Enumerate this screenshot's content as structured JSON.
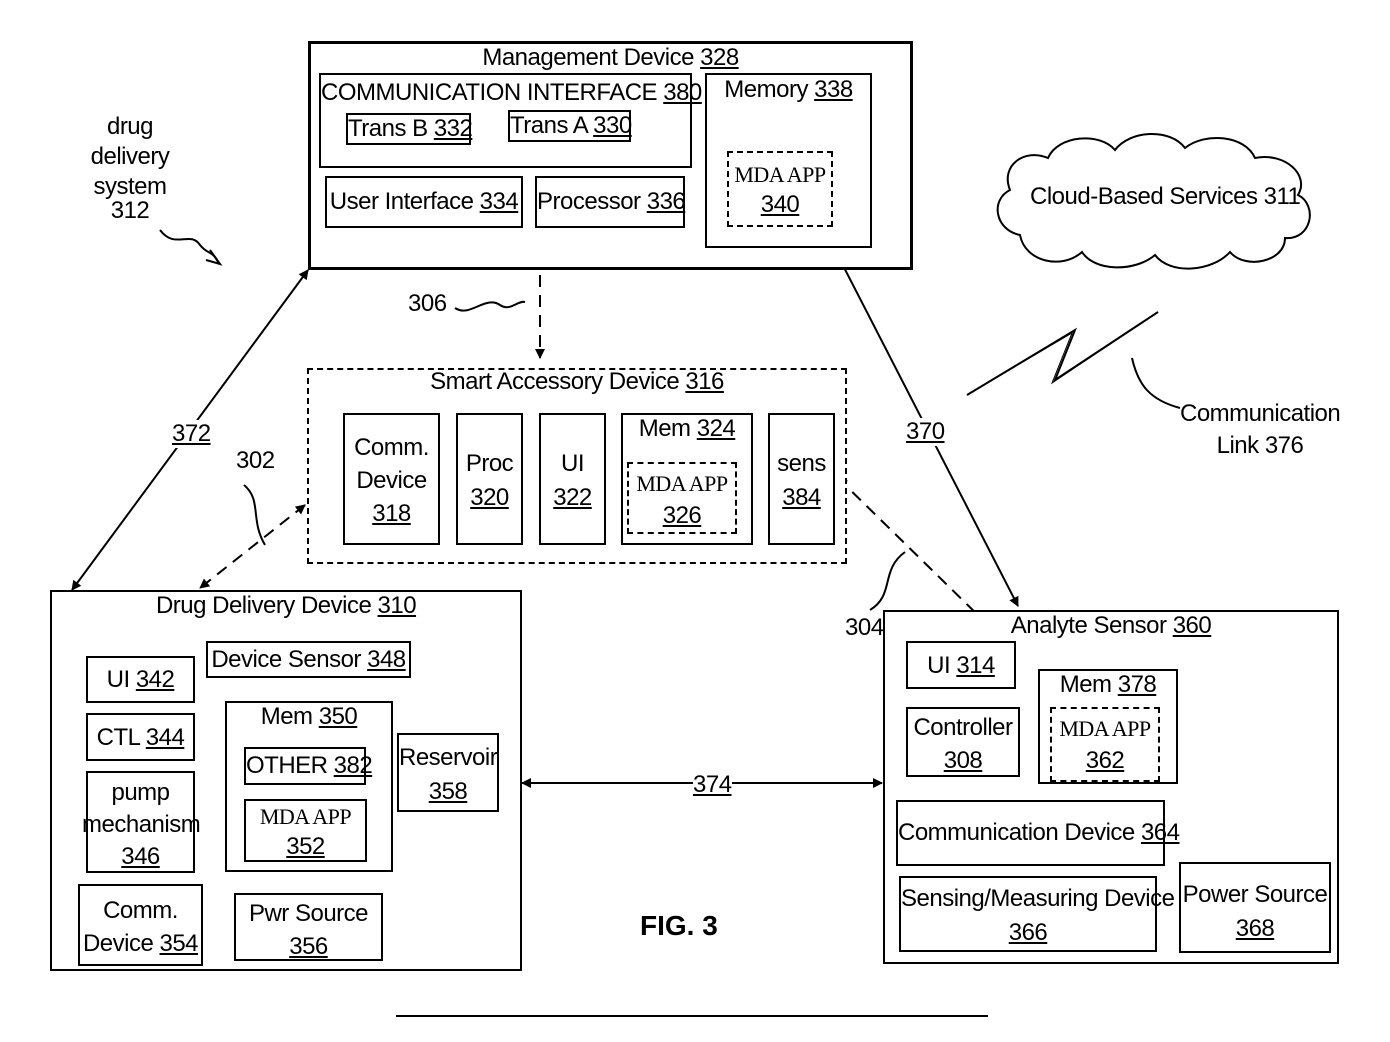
{
  "figure_label": "FIG. 3",
  "system": {
    "line1": "drug",
    "line2": "delivery",
    "line3": "system",
    "num": "312"
  },
  "management": {
    "title": "Management Device",
    "num": "328",
    "comm_interface": {
      "title": "COMMUNICATION INTERFACE",
      "num": "380"
    },
    "trans_b": {
      "label": "Trans B",
      "num": "332"
    },
    "trans_a": {
      "label": "Trans A",
      "num": "330"
    },
    "user_interface": {
      "label": "User Interface",
      "num": "334"
    },
    "processor": {
      "label": "Processor",
      "num": "336"
    },
    "memory": {
      "label": "Memory",
      "num": "338"
    },
    "app": {
      "label": "MDA APP",
      "num": "340"
    }
  },
  "cloud": {
    "label": "Cloud-Based Services 311"
  },
  "comm_link": {
    "line1": "Communication",
    "line2": "Link 376"
  },
  "smart": {
    "title": "Smart Accessory Device",
    "num": "316",
    "comm": {
      "line1": "Comm.",
      "line2": "Device",
      "num": "318"
    },
    "proc": {
      "label": "Proc",
      "num": "320"
    },
    "ui": {
      "label": "UI",
      "num": "322"
    },
    "mem": {
      "label": "Mem",
      "num": "324"
    },
    "app": {
      "label": "MDA APP",
      "num": "326"
    },
    "sens": {
      "label": "sens",
      "num": "384"
    }
  },
  "drug": {
    "title": "Drug Delivery Device",
    "num": "310",
    "ui": {
      "label": "UI",
      "num": "342"
    },
    "device_sensor": {
      "label": "Device Sensor",
      "num": "348"
    },
    "ctl": {
      "label": "CTL",
      "num": "344"
    },
    "mem": {
      "label": "Mem",
      "num": "350"
    },
    "other": {
      "label": "OTHER",
      "num": "382"
    },
    "app": {
      "label": "MDA APP",
      "num": "352"
    },
    "reservoir": {
      "label": "Reservoir",
      "num": "358"
    },
    "pump": {
      "line1": "pump",
      "line2": "mechanism",
      "num": "346"
    },
    "comm": {
      "line1": "Comm.",
      "line2": "Device",
      "num": "354"
    },
    "pwr": {
      "label": "Pwr Source",
      "num": "356"
    }
  },
  "analyte": {
    "title": "Analyte Sensor",
    "num": "360",
    "ui": {
      "label": "UI",
      "num": "314"
    },
    "mem": {
      "label": "Mem",
      "num": "378"
    },
    "controller": {
      "label": "Controller",
      "num": "308"
    },
    "app": {
      "label": "MDA APP",
      "num": "362"
    },
    "comm": {
      "label": "Communication Device",
      "num": "364"
    },
    "sensing": {
      "label": "Sensing/Measuring Device",
      "num": "366"
    },
    "power": {
      "label": "Power Source",
      "num": "368"
    }
  },
  "refs": {
    "r306": "306",
    "r372": "372",
    "r302": "302",
    "r370": "370",
    "r304": "304",
    "r374": "374"
  }
}
